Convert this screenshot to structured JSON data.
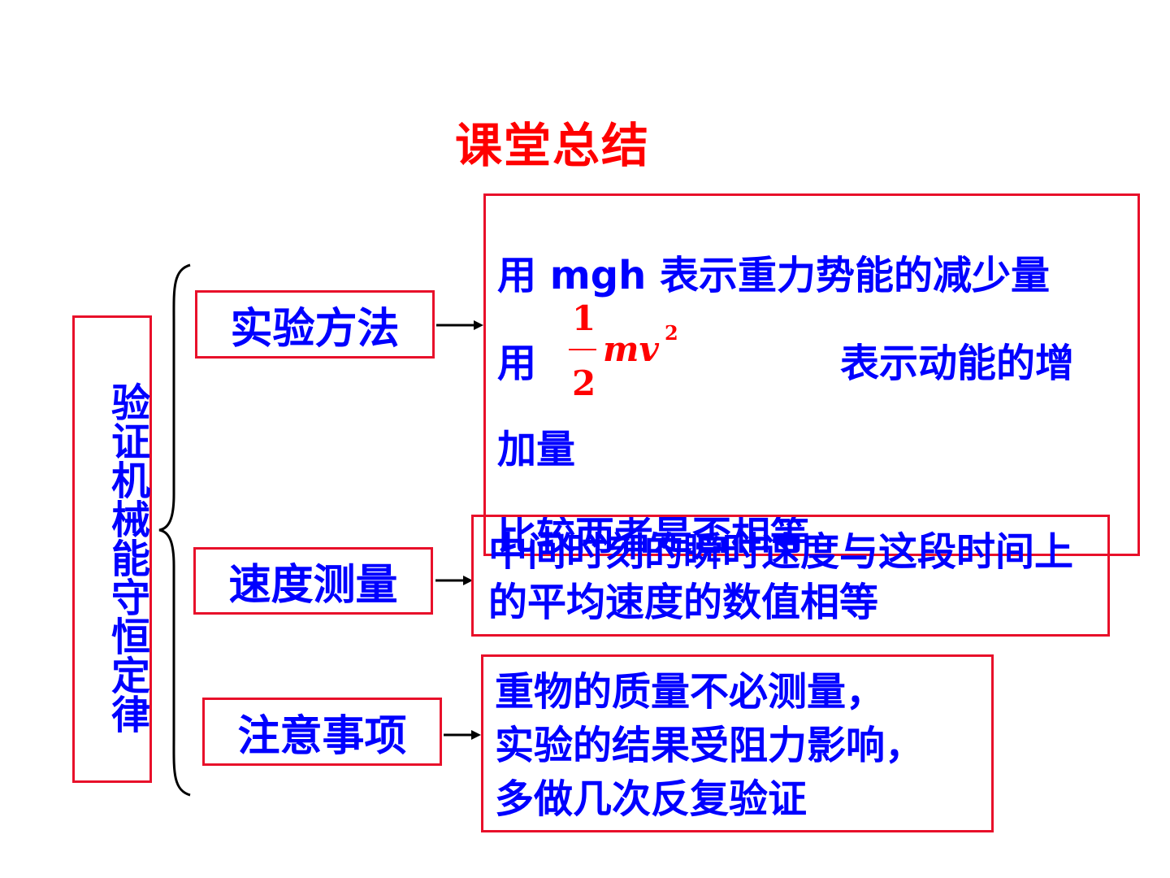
{
  "title": "课堂总结",
  "main_topic": "验证机械能守恒定律",
  "branches": {
    "method": "实验方法",
    "speed": "速度测量",
    "notes": "注意事项"
  },
  "method_desc": {
    "line1": "用 mgh 表示重力势能的减少量",
    "line2_prefix": "用",
    "formula": {
      "numerator": "1",
      "denominator": "2",
      "body": "mv",
      "exponent": "2"
    },
    "line2_suffix": "表示动能的增",
    "line3": "加量",
    "line4": "比较两者是否相等"
  },
  "speed_desc": "中间时刻的瞬时速度与这段时间上的平均速度的数值相等",
  "notes_desc": [
    "重物的质量不必测量，",
    "实验的结果受阻力影响，",
    "多做几次反复验证"
  ],
  "colors": {
    "title": "#ff0000",
    "text": "#0000ff",
    "border": "#e8102a",
    "formula": "#ff0000"
  }
}
